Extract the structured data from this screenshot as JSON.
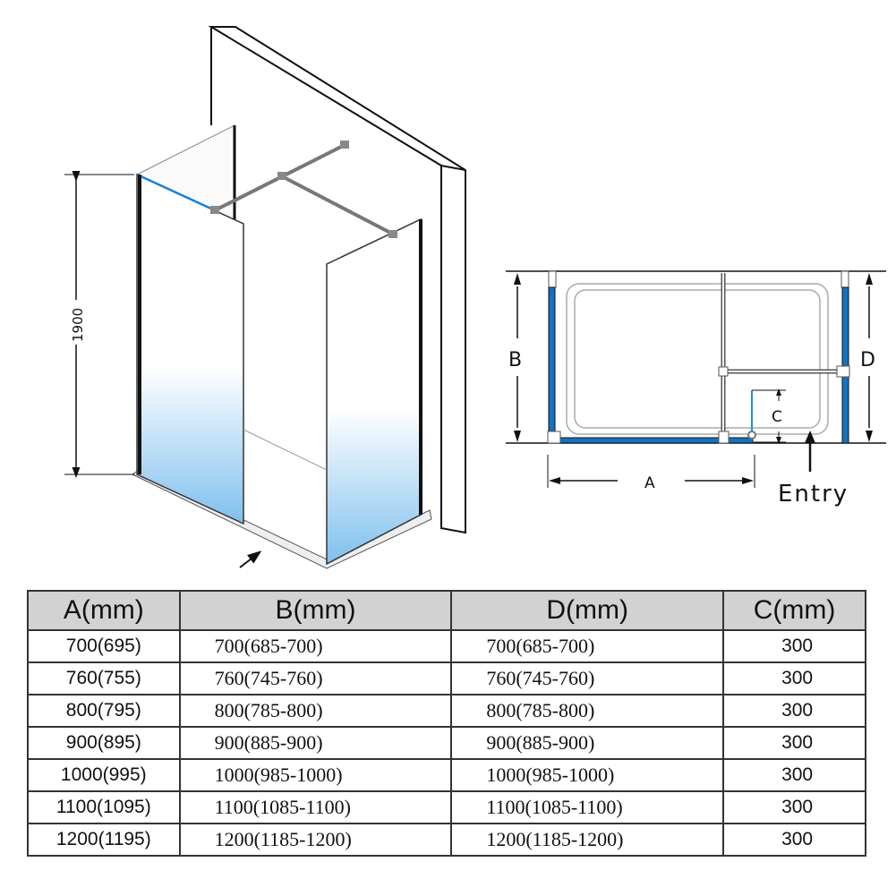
{
  "diagram_3d": {
    "height_label": "1900"
  },
  "plan": {
    "label_a": "A",
    "label_b": "B",
    "label_c": "C",
    "label_d": "D",
    "entry_label": "Entry"
  },
  "colors": {
    "glass_blue": "#1a7fd0",
    "panel_blue": "#1572c2"
  },
  "table": {
    "headers": [
      "A(mm)",
      "B(mm)",
      "D(mm)",
      "C(mm)"
    ],
    "rows": [
      [
        "700(695)",
        "700(685-700)",
        "700(685-700)",
        "300"
      ],
      [
        "760(755)",
        "760(745-760)",
        "760(745-760)",
        "300"
      ],
      [
        "800(795)",
        "800(785-800)",
        "800(785-800)",
        "300"
      ],
      [
        "900(895)",
        "900(885-900)",
        "900(885-900)",
        "300"
      ],
      [
        "1000(995)",
        "1000(985-1000)",
        "1000(985-1000)",
        "300"
      ],
      [
        "1100(1095)",
        "1100(1085-1100)",
        "1100(1085-1100)",
        "300"
      ],
      [
        "1200(1195)",
        "1200(1185-1200)",
        "1200(1185-1200)",
        "300"
      ]
    ]
  }
}
